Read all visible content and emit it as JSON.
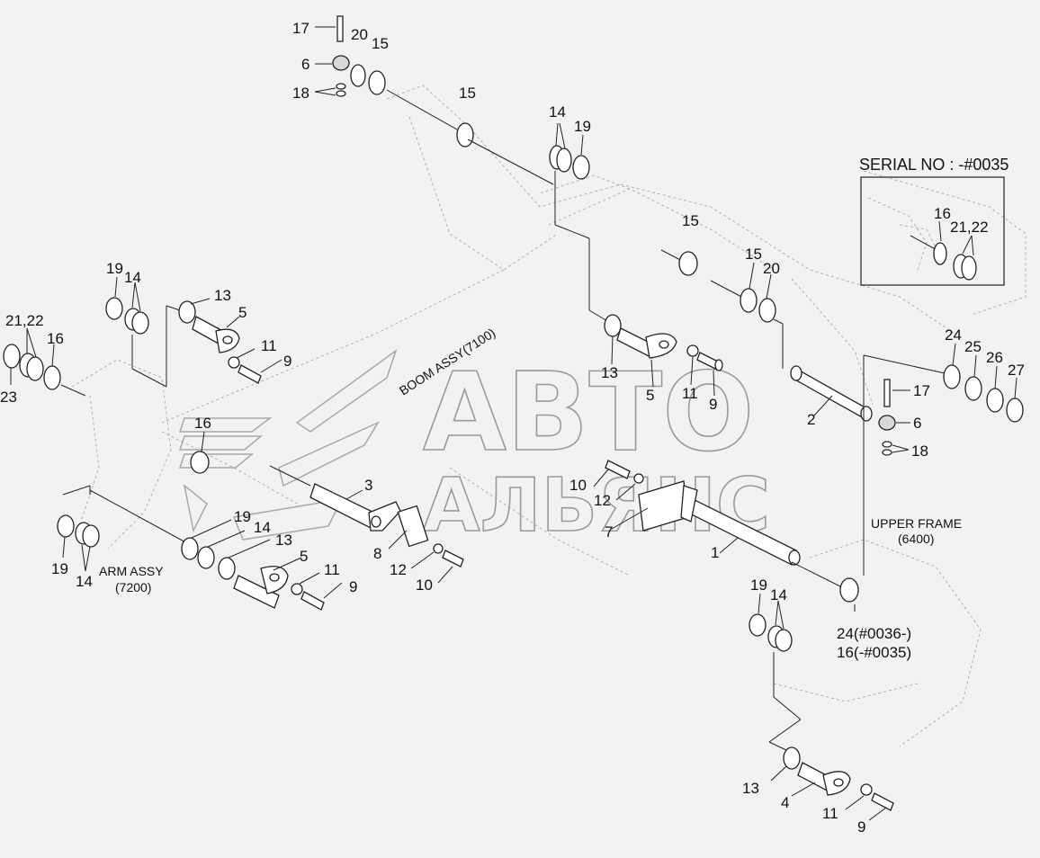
{
  "watermark": {
    "line1": "АВТО",
    "line2": "АЛЬЯНС"
  },
  "assemblies": {
    "boom": "BOOM ASSY(7100)",
    "arm": "ARM ASSY",
    "arm_code": "(7200)",
    "upper_frame": "UPPER FRAME",
    "upper_frame_code": "(6400)"
  },
  "serial_box": {
    "title": "SERIAL NO : -#0035",
    "parts": [
      "16",
      "21,22"
    ]
  },
  "serial_notes": {
    "line1": "24(#0036-)",
    "line2": "16(-#0035)"
  },
  "callouts": [
    "17",
    "20",
    "15",
    "6",
    "18",
    "15",
    "14",
    "19",
    "15",
    "15",
    "20",
    "19",
    "14",
    "13",
    "5",
    "11",
    "9",
    "21,22",
    "16",
    "23",
    "13",
    "5",
    "11",
    "9",
    "24",
    "25",
    "26",
    "27",
    "17",
    "2",
    "6",
    "18",
    "16",
    "3",
    "10",
    "12",
    "7",
    "1",
    "19",
    "14",
    "13",
    "5",
    "11",
    "9",
    "8",
    "12",
    "10",
    "19",
    "14",
    "19",
    "14",
    "13",
    "4",
    "11",
    "9"
  ]
}
